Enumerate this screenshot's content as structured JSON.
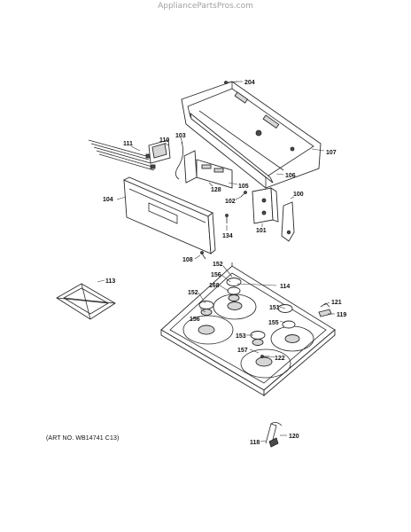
{
  "watermark": "AppliancePartsPros.com",
  "art_number": "(ART NO. WB14741 C13)",
  "part_labels": {
    "p204": "204",
    "p107": "107",
    "p111": "111",
    "p110": "110",
    "p103": "103",
    "p128": "128",
    "p105": "105",
    "p106": "106",
    "p104": "104",
    "p102": "102",
    "p100": "100",
    "p101": "101",
    "p134": "134",
    "p108": "108",
    "p152a": "152",
    "p156a": "156",
    "p168": "168",
    "p114": "114",
    "p113": "113",
    "p152b": "152",
    "p156b": "156",
    "p151": "151",
    "p121": "121",
    "p119": "119",
    "p155": "155",
    "p153": "153",
    "p157": "157",
    "p122": "122",
    "p118": "118",
    "p120": "120"
  }
}
